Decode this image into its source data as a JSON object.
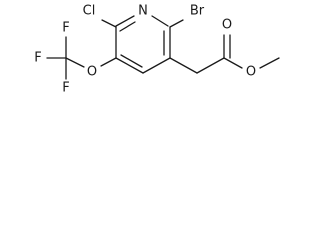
{
  "structure": {
    "atoms": {
      "N": "N",
      "Br": "Br",
      "Cl": "Cl",
      "O_ether": "O",
      "F_top": "F",
      "F_left": "F",
      "F_bottom": "F",
      "O_carbonyl": "O",
      "O_ester": "O"
    }
  }
}
